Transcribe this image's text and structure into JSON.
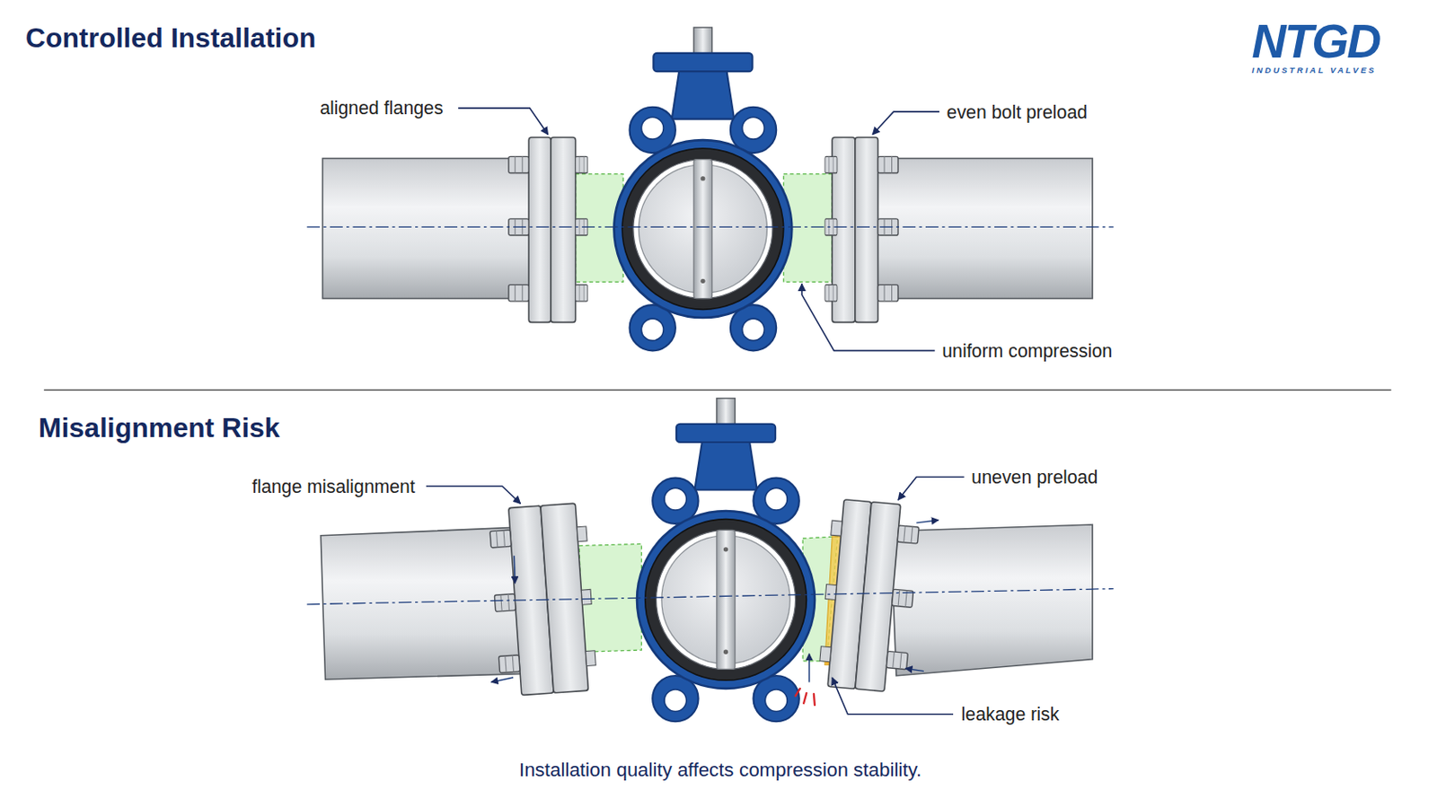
{
  "diagram": {
    "caption": "Installation quality affects compression stability.",
    "labels": [
      "Controlled Installation",
      "NTGD",
      "INDUSTRIAL VALVES",
      "aligned flanges",
      "even bolt preload",
      "uniform compression",
      "Misalignment Risk",
      "flange misalignment",
      "uneven preload",
      "leakage risk"
    ]
  }
}
